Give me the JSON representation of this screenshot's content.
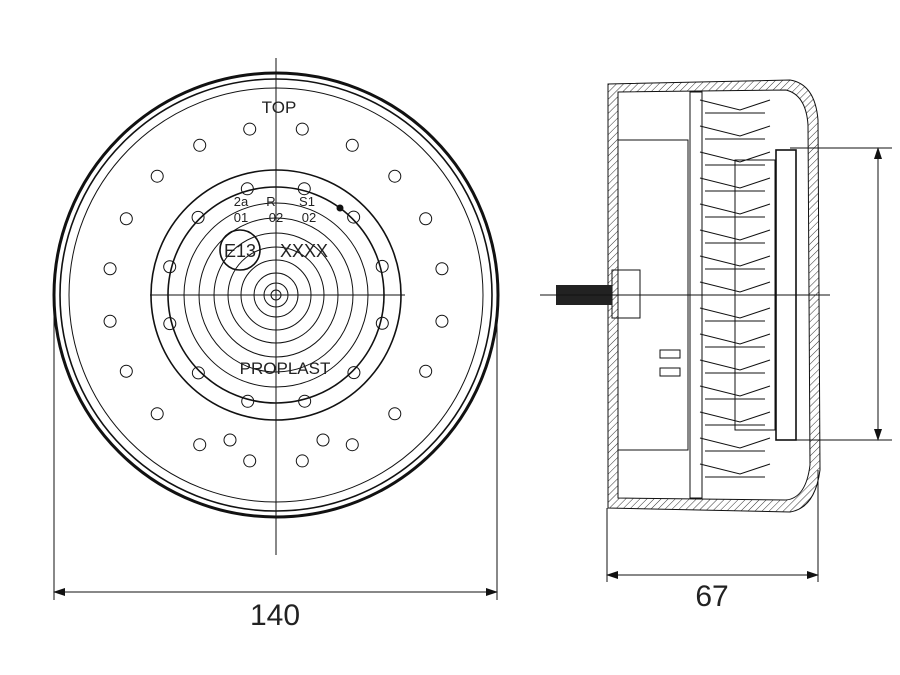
{
  "front_view": {
    "top_label": "TOP",
    "marking_row1": [
      "2a",
      "R",
      "S1"
    ],
    "marking_row2": [
      "01",
      "02",
      "02"
    ],
    "approval_mark": "E13",
    "approval_number": "XXXX",
    "brand": "PROPLAST"
  },
  "dimensions": {
    "diameter": "140",
    "depth": "67"
  }
}
